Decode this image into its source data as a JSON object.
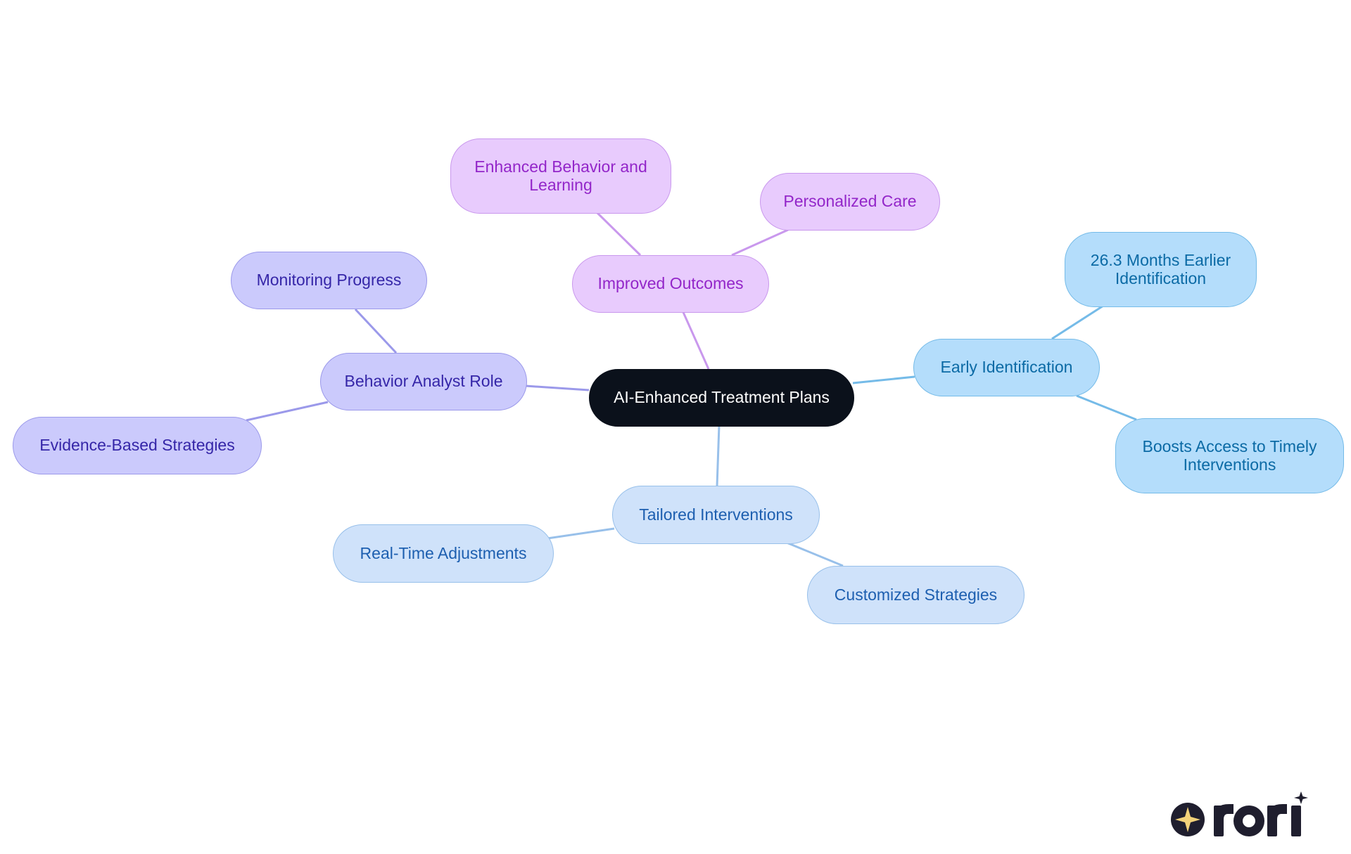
{
  "diagram": {
    "root": {
      "label": "AI-Enhanced Treatment Plans"
    },
    "branches": {
      "improved_outcomes": {
        "label": "Improved Outcomes",
        "children": {
          "enhanced_behavior": "Enhanced Behavior and Learning",
          "personalized_care": "Personalized Care"
        }
      },
      "behavior_analyst": {
        "label": "Behavior Analyst Role",
        "children": {
          "monitoring_progress": "Monitoring Progress",
          "evidence_based": "Evidence-Based Strategies"
        }
      },
      "early_identification": {
        "label": "Early Identification",
        "children": {
          "months_earlier": "26.3 Months Earlier Identification",
          "boosts_access": "Boosts Access to Timely Interventions"
        }
      },
      "tailored_interventions": {
        "label": "Tailored Interventions",
        "children": {
          "real_time": "Real-Time Adjustments",
          "customized": "Customized Strategies"
        }
      }
    },
    "colors": {
      "root": "#0b111b",
      "purple": "#e8cbfd",
      "indigo": "#cbcafc",
      "sky": "#b4ddfb",
      "pale": "#cfe2fa"
    }
  },
  "logo": {
    "icon": "sparkle-icon",
    "accent": "#f3d27a",
    "fill": "#1f1e2e"
  }
}
